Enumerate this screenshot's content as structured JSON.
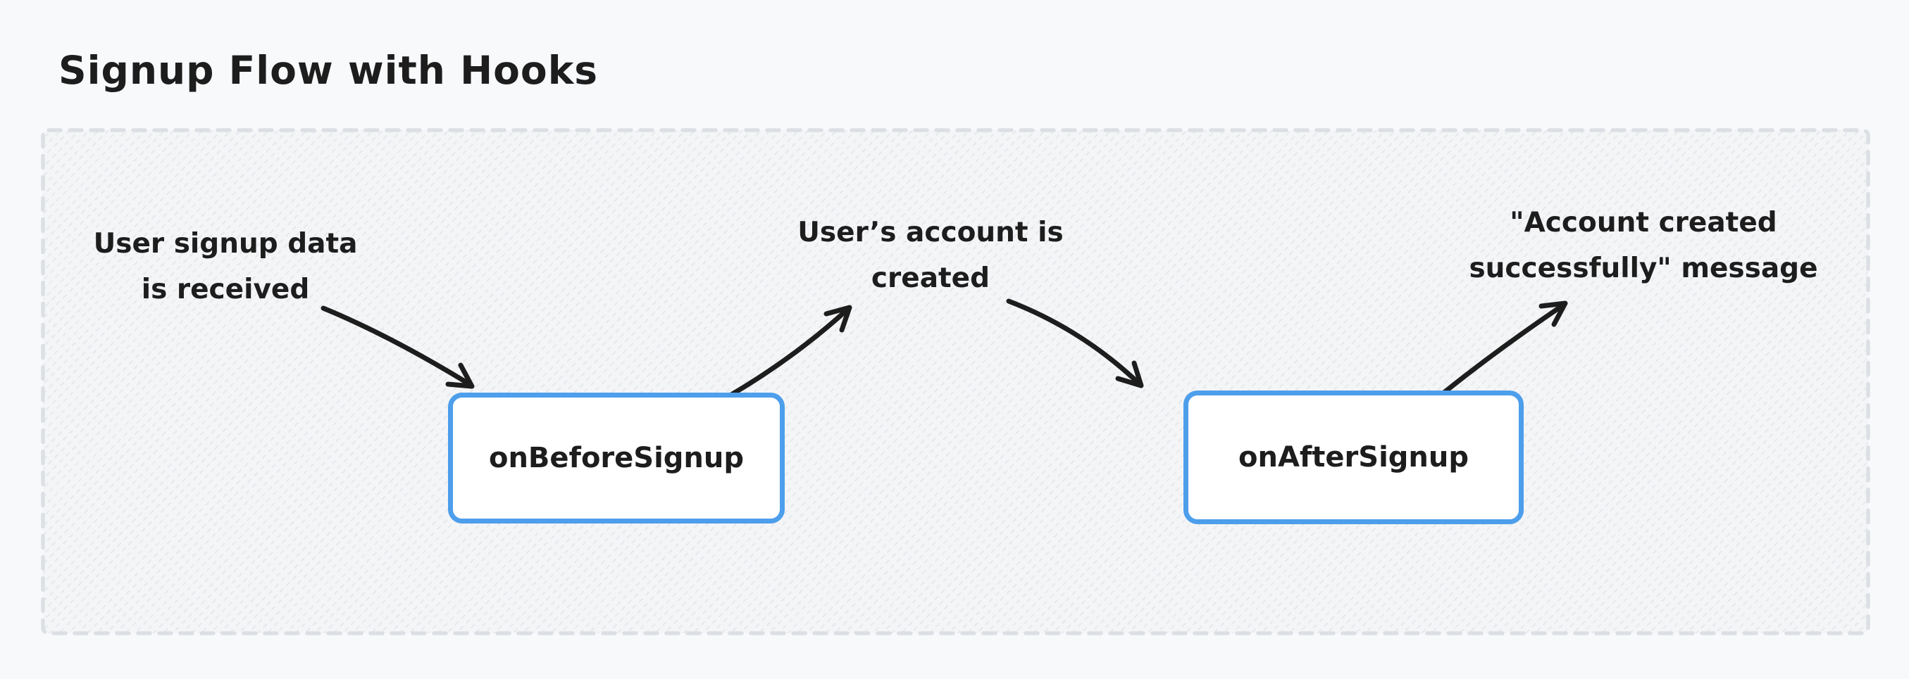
{
  "title": "Signup Flow with Hooks",
  "nodes": [
    {
      "id": "on-before-signup",
      "label": "onBeforeSignup"
    },
    {
      "id": "on-after-signup",
      "label": "onAfterSignup"
    }
  ],
  "annotations": [
    {
      "id": "user-signup-data-received",
      "text": "User signup data\nis received"
    },
    {
      "id": "users-account-created",
      "text": "User’s account is\ncreated"
    },
    {
      "id": "account-created-message",
      "text": "\"Account created\nsuccessfully\" message"
    }
  ],
  "edges": [
    {
      "from": "user-signup-data-received",
      "to": "on-before-signup"
    },
    {
      "from": "on-before-signup",
      "to": "users-account-created"
    },
    {
      "from": "users-account-created",
      "to": "on-after-signup"
    },
    {
      "from": "on-after-signup",
      "to": "account-created-message"
    }
  ],
  "colors": {
    "page_bg": "#f8f9fb",
    "canvas_bg": "#f4f5f7",
    "hatch": "#e6e8ec",
    "canvas_border": "#dcdfe4",
    "node_border": "#4d9eeb",
    "node_fill": "#ffffff",
    "ink": "#1d1d1d"
  }
}
